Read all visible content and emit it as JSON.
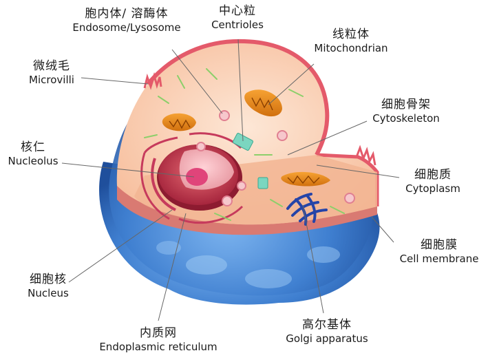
{
  "labels": {
    "endosome": {
      "zh": "胞内体/ 溶酶体",
      "en": "Endosome/Lysosome"
    },
    "centrioles": {
      "zh": "中心粒",
      "en": "Centrioles"
    },
    "mitochondrian": {
      "zh": "线粒体",
      "en": "Mitochondrian"
    },
    "microvilli": {
      "zh": "微绒毛",
      "en": "Microvilli"
    },
    "cytoskeleton": {
      "zh": "细胞骨架",
      "en": "Cytoskeleton"
    },
    "nucleolus": {
      "zh": "核仁",
      "en": "Nucleolus"
    },
    "cytoplasm": {
      "zh": "细胞质",
      "en": "Cytoplasm"
    },
    "cell_membrane": {
      "zh": "细胞膜",
      "en": "Cell membrane"
    },
    "nucleus": {
      "zh": "细胞核",
      "en": "Nucleus"
    },
    "golgi": {
      "zh": "高尔基体",
      "en": "Golgi apparatus"
    },
    "er": {
      "zh": "内质网",
      "en": "Endoplasmic reticulum"
    }
  },
  "colors": {
    "membrane_blue": "#3f7fd0",
    "cytoplasm": "#f7c9a6",
    "cut_face": "#f1a98b",
    "nucleus": "#c0394f",
    "nucleolus": "#e0447a",
    "mitochondria": "#e98a1c",
    "golgi": "#2544a8",
    "leader_line": "#666666"
  }
}
